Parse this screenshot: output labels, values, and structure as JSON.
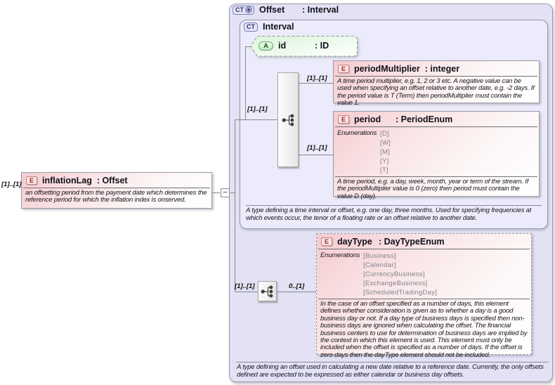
{
  "diagram": {
    "collapse_label": "−",
    "root": {
      "cardinality": "[1]..[1]",
      "badge": "E",
      "name": "inflationLag",
      "type": ": Offset",
      "description": "an offsetting period from the payment date which determines the reference period for which the inflation index is onserved."
    },
    "offset": {
      "badge": "CT",
      "plus": "+",
      "name": "Offset",
      "base": ": Interval",
      "footnote": "A type defining an offset used in calculating a new date relative to a reference date. Currently, the only offsets defined are expected to be expressed as either calendar or business day offsets."
    },
    "interval": {
      "badge": "CT",
      "name": "Interval",
      "seq_cardinality": "[1]..[1]",
      "footnote": "A type defining a time interval or offset, e.g. one day, three months. Used for specifying frequencies at which events occur, the tenor of a floating rate or an offset relative to another date."
    },
    "id_attr": {
      "badge": "A",
      "name": "id",
      "type": ": ID"
    },
    "period_multiplier": {
      "cardinality": "[1]..[1]",
      "badge": "E",
      "name": "periodMultiplier",
      "type": ": integer",
      "description": "A time period multiplier, e.g. 1, 2 or 3 etc. A negative value can be used when specifying an offset relative to another date, e.g. -2 days. If the period value is T (Term) then periodMultiplier must contain the value 1."
    },
    "period": {
      "cardinality": "[1]..[1]",
      "badge": "E",
      "name": "period",
      "type": ": PeriodEnum",
      "enum_label": "Enumerations",
      "enums": [
        "[D]",
        "[W]",
        "[M]",
        "[Y]",
        "[T]"
      ],
      "description": "A time period, e.g. a day, week, month, year or term of the stream. If the periodMultiplier value is 0 (zero) then period must contain the value D (day)."
    },
    "day_type": {
      "seq_cardinality": "[1]..[1]",
      "cardinality": "0..[1]",
      "badge": "E",
      "name": "dayType",
      "type": ": DayTypeEnum",
      "enum_label": "Enumerations",
      "enums": [
        "[Business]",
        "[Calendar]",
        "[CurrencyBusiness]",
        "[ExchangeBusiness]",
        "[ScheduledTradingDay]"
      ],
      "description": "In the case of an offset specified as a number of days, this element defines whether consideration is given as to whether a day is a good business day or not. If a day type of business days is specified then non-business days are ignored when calculating the offset. The financial business centers to use for determination of business days are implied by the context in which this element is used. This element must only be included when the offset is specified as a number of days. If the offset is zero days then the dayType element should not be included."
    }
  }
}
